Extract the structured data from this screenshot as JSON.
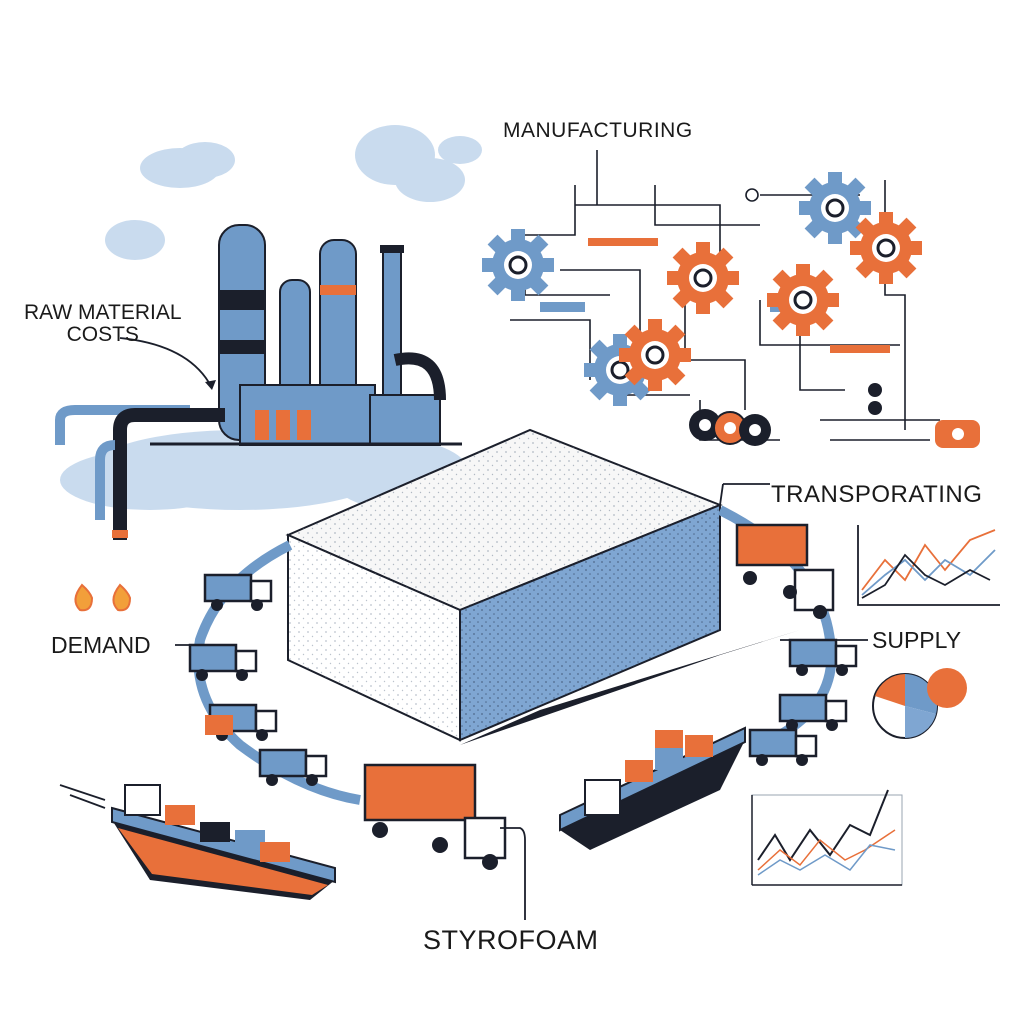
{
  "labels": {
    "manufacturing": "MANUFACTURING",
    "raw_material_line1": "RAW MATERIAL",
    "raw_material_line2": "COSTS",
    "transporting": "TRANSPORATING",
    "supply": "SUPPLY",
    "demand": "DEMAND",
    "styrofoam": "STYROFOAM"
  },
  "icons": [
    "factory-icon",
    "smoke-cloud-icon",
    "pipeline-icon",
    "flame-icon",
    "gear-icon",
    "circuit-line-icon",
    "truck-icon",
    "cargo-ship-icon",
    "line-chart-icon",
    "pie-chart-icon",
    "styrofoam-block-icon"
  ],
  "colors": {
    "blue": "#6f9ac8",
    "light_blue": "#c9dbee",
    "orange": "#e8703a",
    "navy": "#1b1f2b",
    "foam_top": "#f7f7f7",
    "foam_side": "#7fa6d2"
  }
}
